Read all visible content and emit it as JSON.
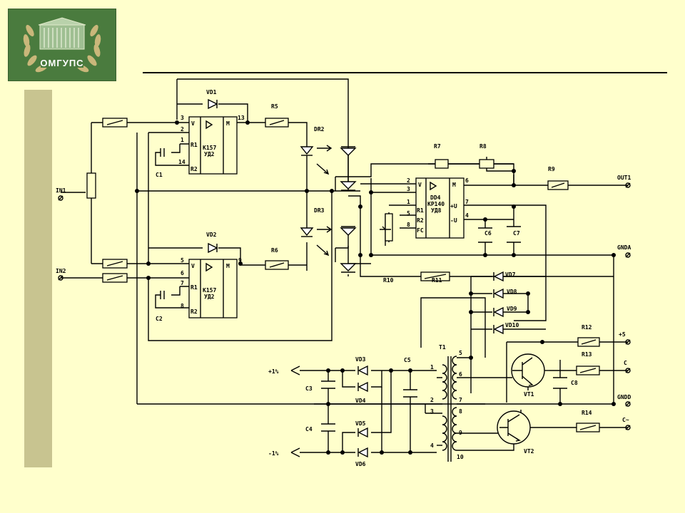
{
  "logo": {
    "text": "ОМГУПС"
  },
  "colors": {
    "background": "#ffffcc",
    "sidebar": "#c8c490",
    "logo_bg": "#4a7b3e"
  },
  "labels": {
    "in1": "IN1",
    "in2": "IN2",
    "out1": "OUT1",
    "gnda": "GNDA",
    "gndd": "GNDD",
    "plus5": "+5",
    "c": "C",
    "c_tilde": "C~",
    "plus15": "+1%",
    "minus15": "-1%",
    "r5": "R5",
    "r6": "R6",
    "r7": "R7",
    "r8": "R8",
    "r9": "R9",
    "r10": "R10",
    "r11": "R11",
    "r12": "R12",
    "r13": "R13",
    "r14": "R14",
    "c1": "C1",
    "c2": "C2",
    "c3": "C3",
    "c4": "C4",
    "c5": "C5",
    "c6": "C6",
    "c7": "C7",
    "c8": "C8",
    "vd1": "VD1",
    "vd2": "VD2",
    "vd3": "VD3",
    "vd4": "VD4",
    "vd5": "VD5",
    "vd6": "VD6",
    "vd7": "VD7",
    "vd8": "VD8",
    "vd9": "VD9",
    "vd10": "VD10",
    "dr2": "DR2",
    "dr3": "DR3",
    "vt1": "VT1",
    "vt2": "VT2",
    "t1": "T1",
    "u1_name": "К157",
    "u1_part": "УД2",
    "u2_name": "К157",
    "u2_part": "УД2",
    "u3_name": "DD4",
    "u3_type": "КР140",
    "u3_part": "УД8",
    "pin_v": "V",
    "pin_m": "M",
    "pin_r1": "R1",
    "pin_r2": "R2",
    "pin_fc": "FC",
    "pin_pu": "+U",
    "pin_mu": "-U",
    "n1": "1",
    "n2": "2",
    "n3": "3",
    "n4": "4",
    "n5": "5",
    "n6": "6",
    "n7": "7",
    "n8": "8",
    "n9": "9",
    "n10": "10",
    "n13": "13",
    "n14": "14"
  }
}
